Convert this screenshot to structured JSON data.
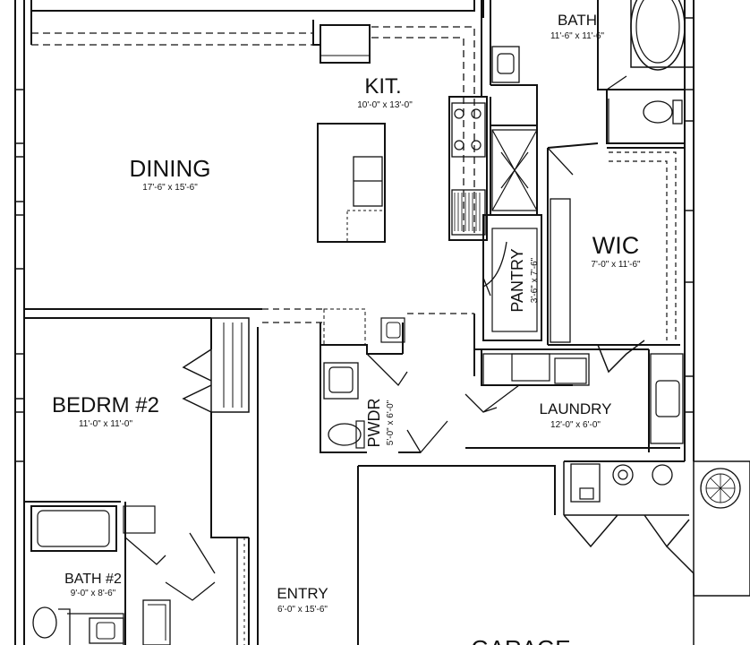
{
  "rooms": {
    "bath": {
      "name": "BATH",
      "size": "11'-6\" x 11'-6\""
    },
    "kitchen": {
      "name": "KIT.",
      "size": "10'-0\" x 13'-0\""
    },
    "dining": {
      "name": "DINING",
      "size": "17'-6\" x 15'-6\""
    },
    "wic": {
      "name": "WIC",
      "size": "7'-0\" x 11'-6\""
    },
    "pantry": {
      "name": "PANTRY",
      "size": "3'-6\" x 7'-6\""
    },
    "bedroom2": {
      "name": "BEDRM #2",
      "size": "11'-0\" x 11'-0\""
    },
    "laundry": {
      "name": "LAUNDRY",
      "size": "12'-0\" x 6'-0\""
    },
    "powder": {
      "name": "PWDR",
      "size": "5'-0\" x 6'-0\""
    },
    "bath2": {
      "name": "BATH #2",
      "size": "9'-0\" x 8'-6\""
    },
    "entry": {
      "name": "ENTRY",
      "size": "6'-0\" x 15'-6\""
    },
    "garage": {
      "name": "GARAGE"
    }
  },
  "colors": {
    "line": "#111111",
    "background": "#ffffff"
  }
}
